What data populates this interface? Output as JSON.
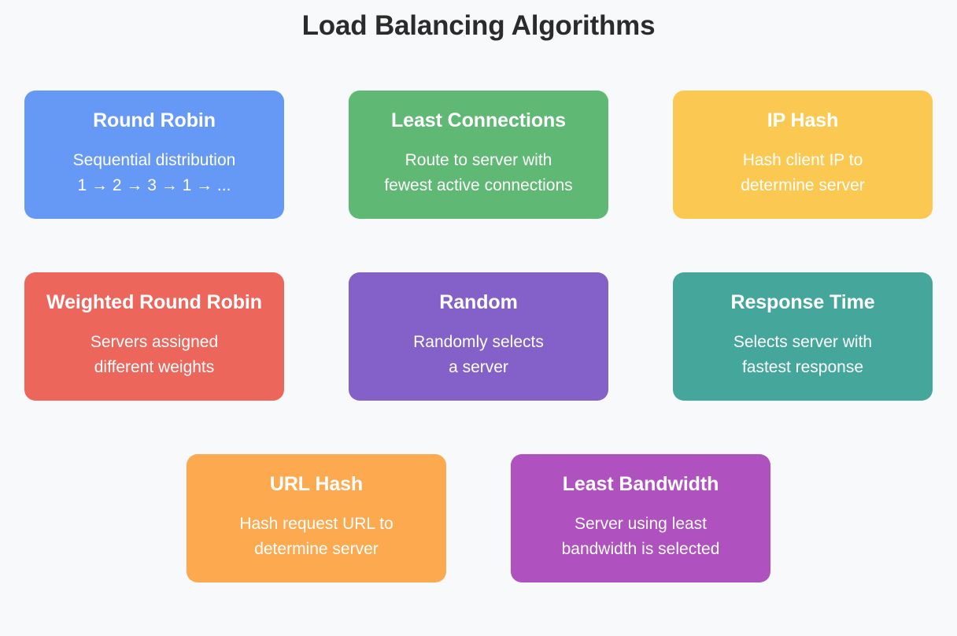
{
  "page": {
    "title": "Load Balancing Algorithms",
    "background_color": "#f7f9fa",
    "title_color": "#2b2b2b",
    "card_text_color": "#ffffff"
  },
  "rows": [
    {
      "cards": [
        {
          "title": "Round Robin",
          "description": "Sequential distribution\n1 → 2 → 3 → 1 → ...",
          "color": "#6699f5"
        },
        {
          "title": "Least Connections",
          "description": "Route to server with\nfewest active connections",
          "color": "#5fb873"
        },
        {
          "title": "IP Hash",
          "description": "Hash client IP to\ndetermine server",
          "color": "#fbc951"
        }
      ]
    },
    {
      "cards": [
        {
          "title": "Weighted Round Robin",
          "description": "Servers assigned\ndifferent weights",
          "color": "#ec665c"
        },
        {
          "title": "Random",
          "description": "Randomly selects\na server",
          "color": "#8361c8"
        },
        {
          "title": "Response Time",
          "description": "Selects server with\nfastest response",
          "color": "#45a79c"
        }
      ]
    },
    {
      "cards": [
        {
          "title": "URL Hash",
          "description": "Hash request URL to\ndetermine server",
          "color": "#fca94f"
        },
        {
          "title": "Least Bandwidth",
          "description": "Server using least\nbandwidth is selected",
          "color": "#af51bf"
        }
      ]
    }
  ]
}
